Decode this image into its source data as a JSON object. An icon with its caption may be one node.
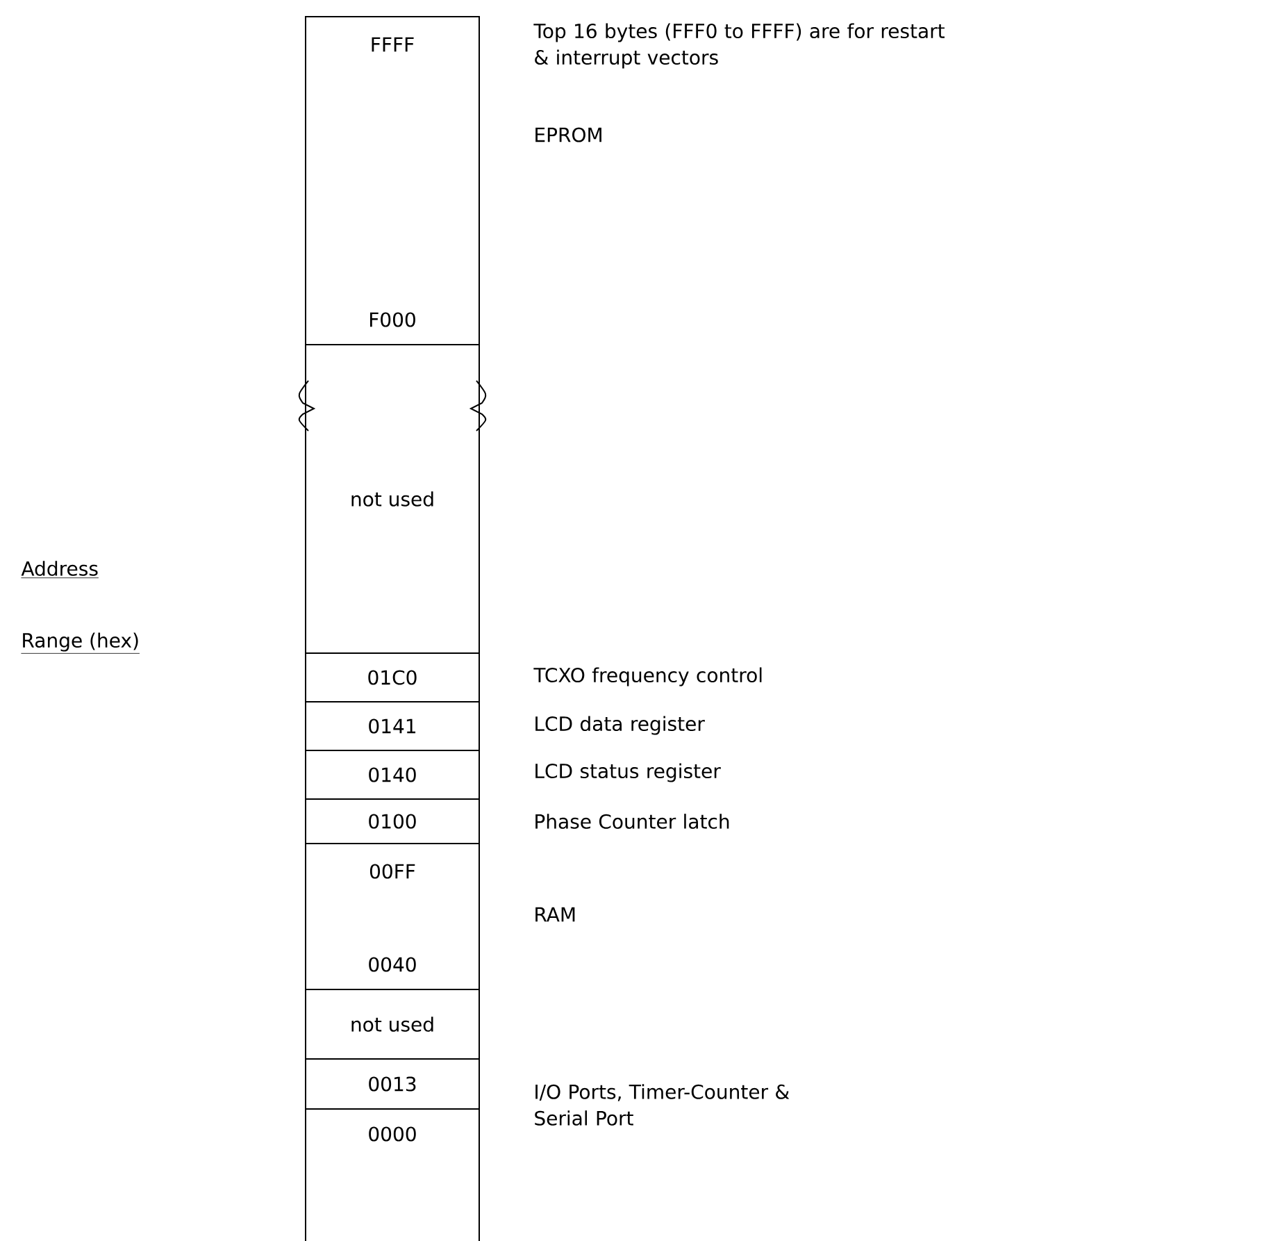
{
  "diagram": {
    "nodes": [
      {
        "text": [
          "FFFF",
          "F000"
        ],
        "beside": [
          "Top 16 bytes (FFF0 to FFFF) are for restart & interrupt vectors",
          "EPROM"
        ]
      },
      {
        "text": [
          "not used"
        ]
      },
      {
        "text": [
          "01C0"
        ],
        "beside": [
          "TCXO frequency control"
        ]
      },
      {
        "text": [
          "0141"
        ],
        "beside": [
          "LCD data register"
        ]
      },
      {
        "text": [
          "0140"
        ],
        "beside": [
          "LCD status register"
        ]
      },
      {
        "text": [
          "0100"
        ],
        "beside": [
          "Phase Counter latch"
        ]
      },
      {
        "text": [
          "00FF",
          "0040"
        ],
        "beside": [
          "RAM"
        ]
      },
      {
        "text": [
          "not used"
        ]
      },
      {
        "text": [
          "0013"
        ],
        "beside": [
          "I/O Ports, Timer-Counter & Serial Port"
        ]
      },
      {
        "text": [
          "0000"
        ]
      }
    ],
    "edges": [],
    "labels": [
      "Address",
      "Range (hex)"
    ]
  }
}
